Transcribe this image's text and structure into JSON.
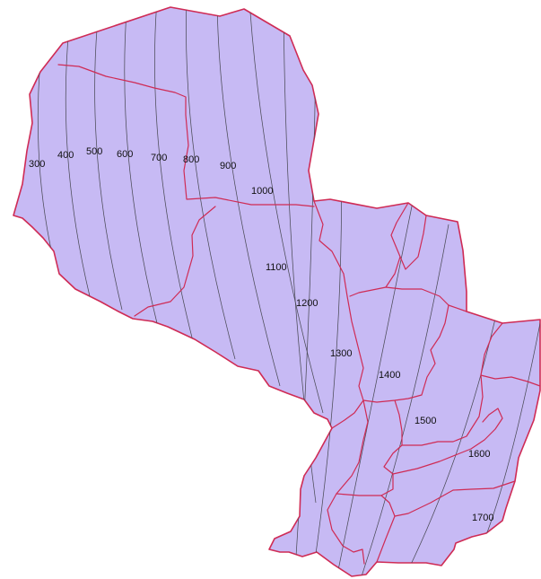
{
  "map": {
    "fill_color": "#c7baf4",
    "boundary_color": "#cf2b55",
    "isoline_color": "#4b4b57",
    "isolines": [
      {
        "value": "300"
      },
      {
        "value": "400"
      },
      {
        "value": "500"
      },
      {
        "value": "600"
      },
      {
        "value": "700"
      },
      {
        "value": "800"
      },
      {
        "value": "900"
      },
      {
        "value": "1000"
      },
      {
        "value": "1100"
      },
      {
        "value": "1200"
      },
      {
        "value": "1300"
      },
      {
        "value": "1400"
      },
      {
        "value": "1500"
      },
      {
        "value": "1600"
      },
      {
        "value": "1700"
      }
    ]
  }
}
